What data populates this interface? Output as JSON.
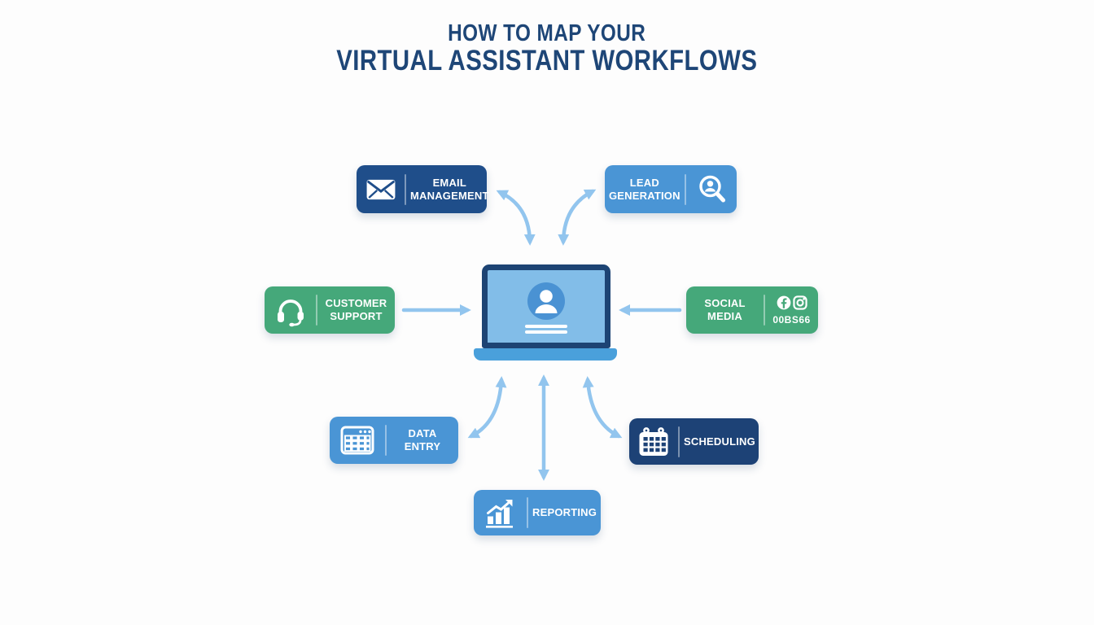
{
  "title": {
    "line1": "HOW TO MAP YOUR",
    "line2": "VIRTUAL ASSISTANT WORKFLOWS"
  },
  "nodes": {
    "email_management": {
      "label": "EMAIL MANAGEMENT",
      "icon": "envelope-icon",
      "color": "#1f4e8a"
    },
    "lead_generation": {
      "label": "LEAD GENERATION",
      "icon": "person-search-icon",
      "color": "#4a95d5"
    },
    "customer_support": {
      "label": "CUSTOMER SUPPORT",
      "icon": "headset-icon",
      "color": "#45a87a"
    },
    "social_media": {
      "label": "SOCIAL MEDIA",
      "icons": [
        "facebook-icon",
        "instagram-icon"
      ],
      "sub_label": "00BS66",
      "color": "#45a87a"
    },
    "data_entry": {
      "label": "DATA ENTRY",
      "icon": "spreadsheet-icon",
      "color": "#4a95d5"
    },
    "scheduling": {
      "label": "SCHEDULING",
      "icon": "calendar-icon",
      "color": "#1d4276"
    },
    "reporting": {
      "label": "REPORTING",
      "icon": "bar-chart-icon",
      "color": "#4a95d5"
    }
  },
  "center": {
    "icon": "laptop-with-user-avatar"
  },
  "connections": [
    {
      "from": "laptop",
      "to": "email_management",
      "style": "curved-double-arrow"
    },
    {
      "from": "laptop",
      "to": "lead_generation",
      "style": "curved-double-arrow"
    },
    {
      "from": "customer_support",
      "to": "laptop",
      "style": "straight-arrow"
    },
    {
      "from": "social_media",
      "to": "laptop",
      "style": "straight-arrow"
    },
    {
      "from": "laptop",
      "to": "data_entry",
      "style": "curved-double-arrow"
    },
    {
      "from": "laptop",
      "to": "reporting",
      "style": "straight-double-arrow"
    },
    {
      "from": "laptop",
      "to": "scheduling",
      "style": "curved-double-arrow"
    }
  ],
  "colors": {
    "title": "#1e4677",
    "arrow": "#92c5ee",
    "background": "#fdfdfd",
    "laptop_frame": "#1d4474",
    "laptop_screen": "#82bde8",
    "laptop_base": "#4aa0db",
    "avatar_circle": "#4a92d3"
  }
}
